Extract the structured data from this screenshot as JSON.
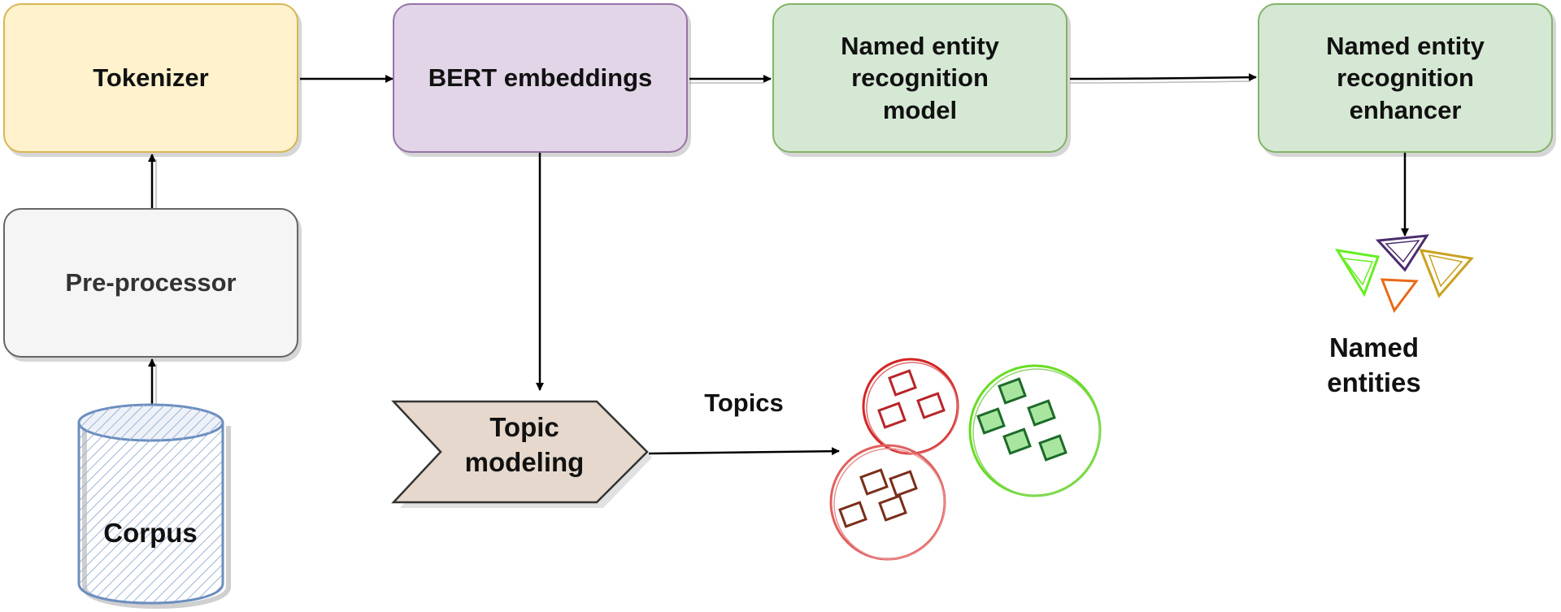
{
  "nodes": {
    "tokenizer": "Tokenizer",
    "bert": "BERT embeddings",
    "ner_model": "Named entity recognition model",
    "ner_enhancer": "Named entity recognition enhancer",
    "preprocessor": "Pre-processor",
    "topic_modeling": "Topic modeling",
    "corpus": "Corpus"
  },
  "labels": {
    "topics": "Topics",
    "named_entities": "Named entities"
  },
  "colors": {
    "tokenizer_fill": "#fff2cc",
    "tokenizer_border": "#d6b656",
    "bert_fill": "#e1d5e7",
    "bert_border": "#9673a6",
    "ner_fill": "#d5e8d4",
    "ner_border": "#82b366",
    "preproc_fill": "#f5f5f5",
    "preproc_border": "#666666",
    "topic_fill": "#e6d8cc",
    "topic_border": "#333333",
    "corpus_border": "#6c8ebf",
    "corpus_hatch": "#8fa8cf",
    "cluster_red": "#d42525",
    "cluster_green": "#66dd22",
    "cluster_salmon": "#e06060",
    "tri_green": "#66ee22",
    "tri_purple": "#4b2c6e",
    "tri_yellow": "#c9a21f",
    "tri_orange": "#e86a1a"
  }
}
